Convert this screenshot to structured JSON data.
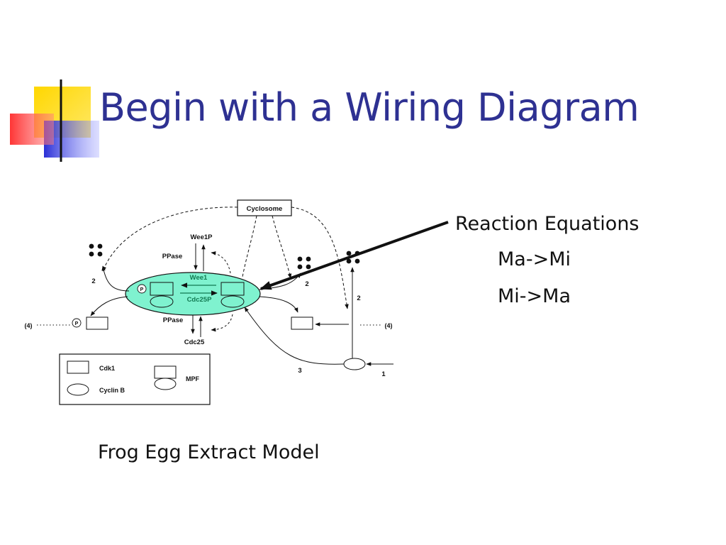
{
  "slide": {
    "title": "Begin with a Wiring Diagram",
    "caption": "Frog Egg Extract Model"
  },
  "reactions": {
    "heading": "Reaction Equations",
    "equations": [
      "Ma->Mi",
      "Mi->Ma"
    ]
  },
  "diagram": {
    "labels": {
      "cyclosome": "Cyclosome",
      "wee1p": "Wee1P",
      "ppase_top": "PPase",
      "wee1": "Wee1",
      "cdc25p": "Cdc25P",
      "ppase_bottom": "PPase",
      "cdc25": "Cdc25",
      "phospho": "P",
      "rate_2_left": "2",
      "rate_2_center": "2",
      "rate_2_right": "2",
      "rate_4_left": "(4)",
      "rate_4_right": "(4)",
      "rate_3": "3",
      "rate_1": "1"
    },
    "legend": {
      "cdk1": "Cdk1",
      "cyclin_b": "Cyclin B",
      "mpf": "MPF"
    }
  },
  "colors": {
    "title": "#2E3192",
    "complex_fill": "#7FF2CF",
    "complex_text": "#127A52",
    "deco_yellow": "#FFD700",
    "deco_red": "#FF3B3B",
    "deco_blue": "#2A2FD6"
  }
}
